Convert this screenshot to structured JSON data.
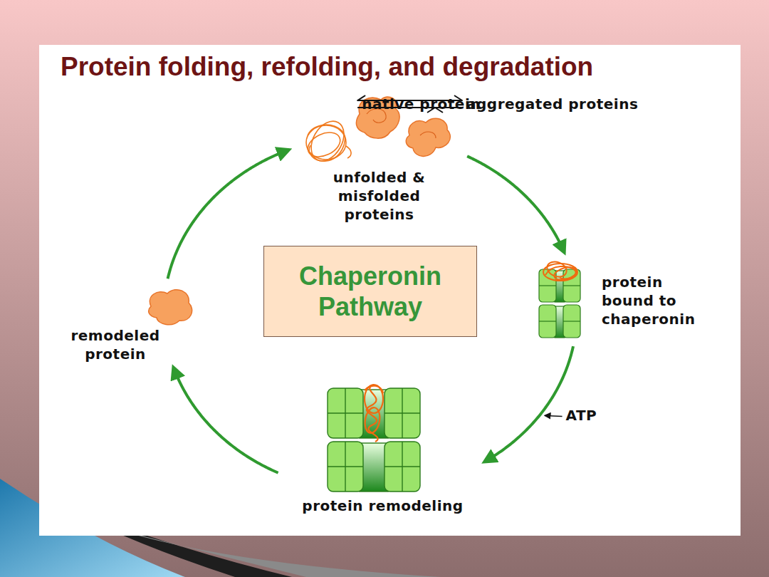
{
  "diagram": {
    "title": "Protein folding, refolding, and degradation",
    "nodes": [
      {
        "text": [
          "native protein"
        ]
      },
      {
        "text": [
          "aggregated proteins"
        ]
      },
      {
        "text": [
          "unfolded & misfolded proteins"
        ]
      },
      {
        "text": [
          "Chaperonin Pathway"
        ]
      },
      {
        "text": [
          "protein bound to chaperonin"
        ]
      },
      {
        "text": [
          "remodeled protein"
        ]
      },
      {
        "text": [
          "protein remodeling"
        ]
      }
    ],
    "edges": [
      {
        "from": 0,
        "to": 2,
        "arrow": "both"
      },
      {
        "from": 1,
        "to": 2,
        "arrow": "both"
      },
      {
        "from": 2,
        "to": 4,
        "arrow": "to"
      },
      {
        "from": 4,
        "to": 6,
        "label": "ATP",
        "arrow": "to"
      },
      {
        "from": 6,
        "to": 5,
        "arrow": "to"
      },
      {
        "from": 5,
        "to": 2,
        "arrow": "to"
      }
    ]
  }
}
